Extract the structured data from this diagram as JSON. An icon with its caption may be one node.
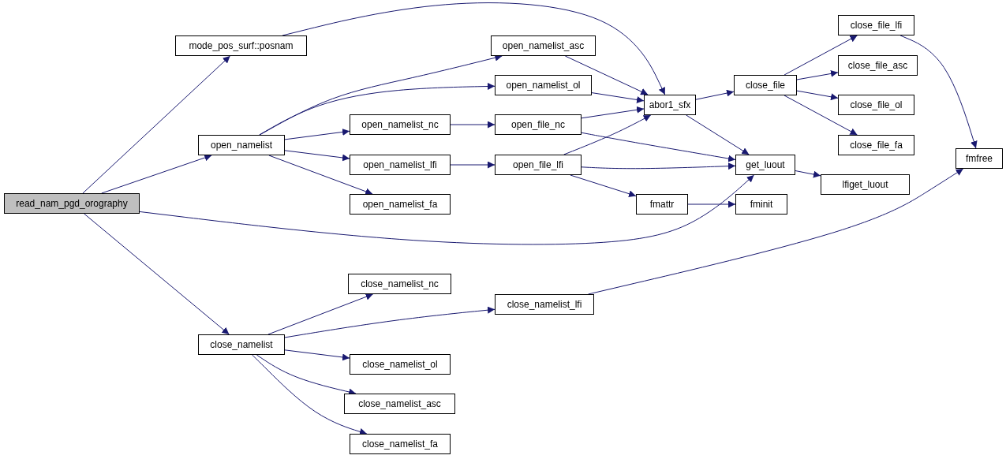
{
  "diagram": {
    "nodes": [
      {
        "text": [
          "read_nam_pgd_orography"
        ]
      },
      {
        "text": [
          "mode_pos_surf::posnam"
        ]
      },
      {
        "text": [
          "open_namelist"
        ]
      },
      {
        "text": [
          "close_namelist"
        ]
      },
      {
        "text": [
          "abor1_sfx"
        ]
      },
      {
        "text": [
          "get_luout"
        ]
      },
      {
        "text": [
          "open_namelist_asc"
        ]
      },
      {
        "text": [
          "open_namelist_ol"
        ]
      },
      {
        "text": [
          "open_namelist_nc"
        ]
      },
      {
        "text": [
          "open_namelist_lfi"
        ]
      },
      {
        "text": [
          "open_namelist_fa"
        ]
      },
      {
        "text": [
          "open_file_nc"
        ]
      },
      {
        "text": [
          "open_file_lfi"
        ]
      },
      {
        "text": [
          "close_file"
        ]
      },
      {
        "text": [
          "fmattr"
        ]
      },
      {
        "text": [
          "fminit"
        ]
      },
      {
        "text": [
          "lfiget_luout"
        ]
      },
      {
        "text": [
          "close_file_lfi"
        ]
      },
      {
        "text": [
          "close_file_asc"
        ]
      },
      {
        "text": [
          "close_file_ol"
        ]
      },
      {
        "text": [
          "close_file_fa"
        ]
      },
      {
        "text": [
          "fmfree"
        ]
      },
      {
        "text": [
          "close_namelist_nc"
        ]
      },
      {
        "text": [
          "close_namelist_lfi"
        ]
      },
      {
        "text": [
          "close_namelist_ol"
        ]
      },
      {
        "text": [
          "close_namelist_asc"
        ]
      },
      {
        "text": [
          "close_namelist_fa"
        ]
      }
    ],
    "edges": [
      {
        "from": 0,
        "to": 1,
        "arrow": "to"
      },
      {
        "from": 0,
        "to": 2,
        "arrow": "to"
      },
      {
        "from": 0,
        "to": 5,
        "arrow": "to"
      },
      {
        "from": 0,
        "to": 3,
        "arrow": "to"
      },
      {
        "from": 1,
        "to": 4,
        "arrow": "to"
      },
      {
        "from": 2,
        "to": 6,
        "arrow": "to"
      },
      {
        "from": 2,
        "to": 7,
        "arrow": "to"
      },
      {
        "from": 2,
        "to": 8,
        "arrow": "to"
      },
      {
        "from": 2,
        "to": 9,
        "arrow": "to"
      },
      {
        "from": 2,
        "to": 10,
        "arrow": "to"
      },
      {
        "from": 3,
        "to": 22,
        "arrow": "to"
      },
      {
        "from": 3,
        "to": 23,
        "arrow": "to"
      },
      {
        "from": 3,
        "to": 24,
        "arrow": "to"
      },
      {
        "from": 3,
        "to": 25,
        "arrow": "to"
      },
      {
        "from": 3,
        "to": 26,
        "arrow": "to"
      },
      {
        "from": 6,
        "to": 4,
        "arrow": "to"
      },
      {
        "from": 7,
        "to": 4,
        "arrow": "to"
      },
      {
        "from": 8,
        "to": 11,
        "arrow": "to"
      },
      {
        "from": 9,
        "to": 12,
        "arrow": "to"
      },
      {
        "from": 11,
        "to": 4,
        "arrow": "to"
      },
      {
        "from": 11,
        "to": 5,
        "arrow": "to"
      },
      {
        "from": 12,
        "to": 4,
        "arrow": "to"
      },
      {
        "from": 12,
        "to": 5,
        "arrow": "to"
      },
      {
        "from": 12,
        "to": 14,
        "arrow": "to"
      },
      {
        "from": 4,
        "to": 13,
        "arrow": "to"
      },
      {
        "from": 4,
        "to": 5,
        "arrow": "to"
      },
      {
        "from": 13,
        "to": 17,
        "arrow": "to"
      },
      {
        "from": 13,
        "to": 18,
        "arrow": "to"
      },
      {
        "from": 13,
        "to": 19,
        "arrow": "to"
      },
      {
        "from": 13,
        "to": 20,
        "arrow": "to"
      },
      {
        "from": 17,
        "to": 21,
        "arrow": "to"
      },
      {
        "from": 5,
        "to": 16,
        "arrow": "to"
      },
      {
        "from": 14,
        "to": 15,
        "arrow": "to"
      },
      {
        "from": 23,
        "to": 21,
        "arrow": "to"
      }
    ]
  }
}
